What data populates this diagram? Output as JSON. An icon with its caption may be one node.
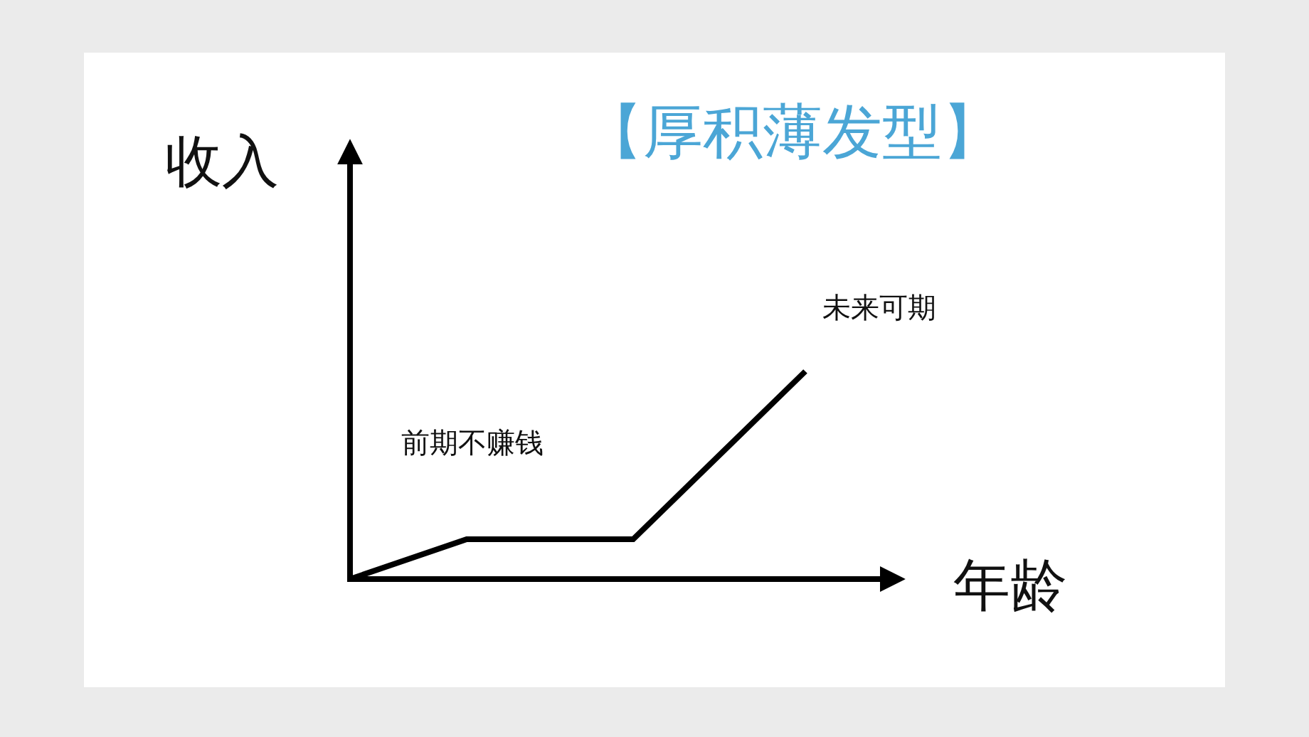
{
  "diagram": {
    "title": "【厚积薄发型】",
    "labels": [
      "收入",
      "未来可期",
      "前期不赚钱",
      "年龄"
    ]
  }
}
